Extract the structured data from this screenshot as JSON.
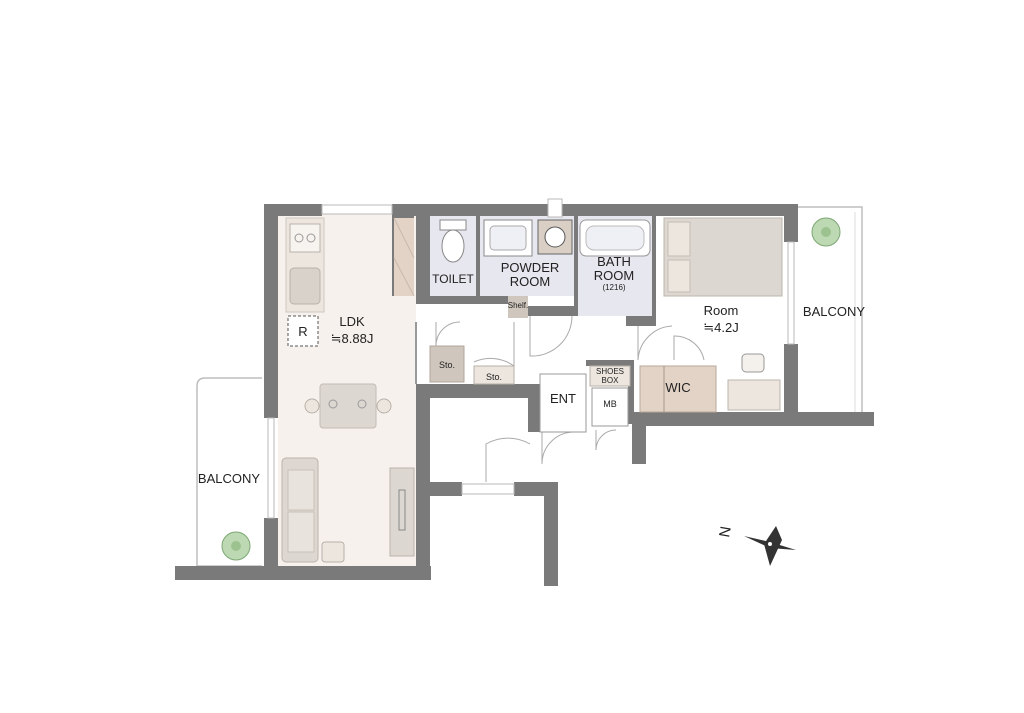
{
  "rooms": {
    "ldk": {
      "name": "LDK",
      "area": "≒8.88J"
    },
    "toilet": {
      "name": "TOILET"
    },
    "powder": {
      "line1": "POWDER",
      "line2": "ROOM"
    },
    "bath": {
      "line1": "BATH",
      "line2": "ROOM",
      "size": "(1216)"
    },
    "room": {
      "name": "Room",
      "area": "≒4.2J"
    },
    "wic": {
      "name": "WIC"
    },
    "ent": {
      "name": "ENT"
    },
    "mb": {
      "name": "MB"
    },
    "shoes": {
      "line1": "SHOES",
      "line2": "BOX"
    },
    "shelf": {
      "name": "Shelf."
    },
    "sto1": {
      "name": "Sto."
    },
    "sto2": {
      "name": "Sto."
    },
    "fridge": {
      "name": "R"
    },
    "balcony_west": {
      "name": "BALCONY"
    },
    "balcony_east": {
      "name": "BALCONY"
    }
  },
  "compass": {
    "label": "N"
  },
  "colors": {
    "wall": "#7a7a7a",
    "ldk_floor": "#f6f1ec",
    "wet_floor": "#e7e7ef",
    "furniture": "#ddd7d1",
    "storage": "#cfc6bd"
  }
}
